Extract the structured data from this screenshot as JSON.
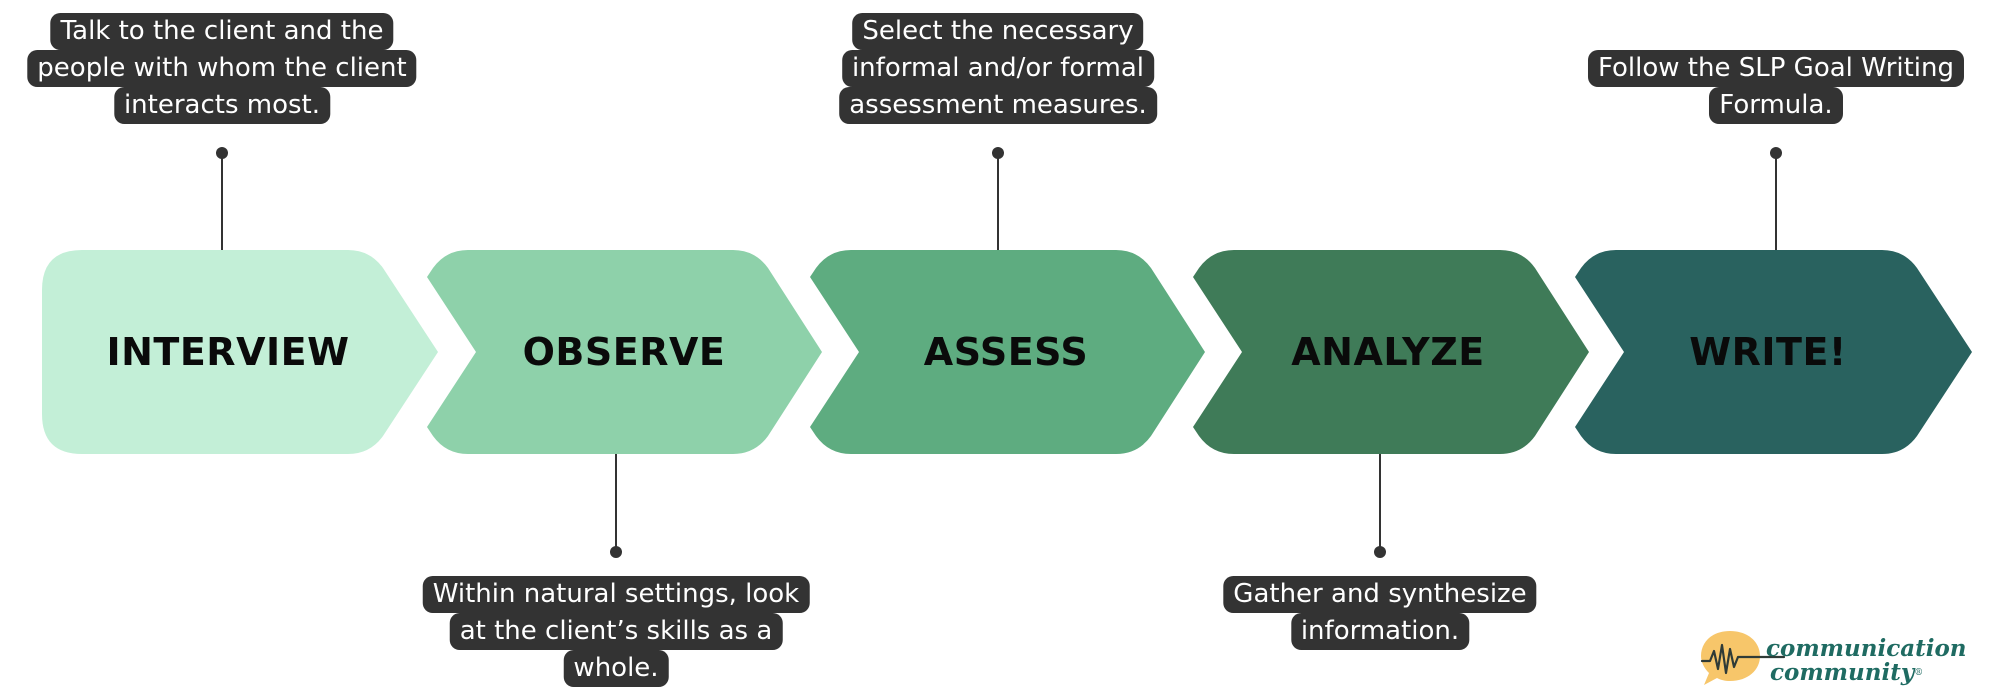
{
  "steps": [
    {
      "label": "INTERVIEW",
      "color": "#c3efd7"
    },
    {
      "label": "OBSERVE",
      "color": "#8ed1aa"
    },
    {
      "label": "ASSESS",
      "color": "#5eac80"
    },
    {
      "label": "ANALYZE",
      "color": "#3f7b58"
    },
    {
      "label": "WRITE!",
      "color": "#29625f"
    }
  ],
  "callouts": {
    "interview": [
      "Talk to the client and the",
      "people with whom the client",
      "interacts most."
    ],
    "observe": [
      "Within natural settings, look",
      "at the client’s skills as a",
      "whole."
    ],
    "assess": [
      "Select the necessary",
      "informal and/or formal",
      "assessment measures."
    ],
    "analyze": [
      "Gather and synthesize",
      "information."
    ],
    "write": [
      "Follow the SLP Goal Writing",
      "Formula."
    ]
  },
  "colors": {
    "callout_bg": "#333333",
    "callout_text": "#ffffff",
    "logo_accent": "#f7c66a",
    "logo_text": "#1f6b62"
  },
  "logo": {
    "line1": "communication",
    "line2": "community",
    "mark": "reg"
  }
}
